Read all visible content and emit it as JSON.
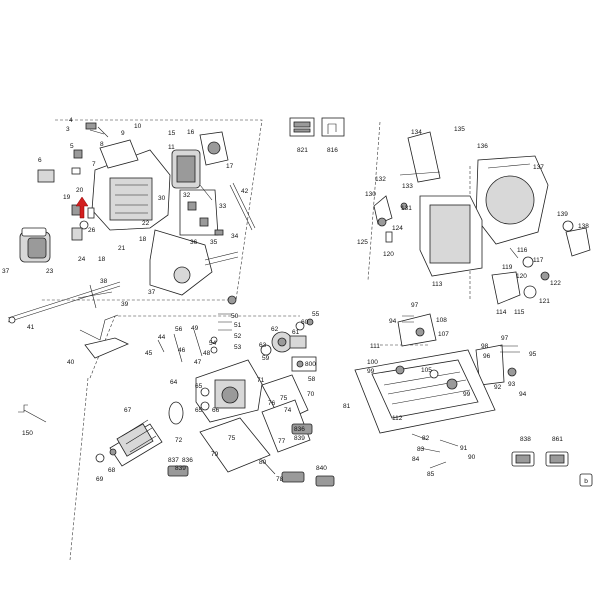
{
  "diagram": {
    "callouts": [
      {
        "id": "c3",
        "text": "3"
      },
      {
        "id": "c4",
        "text": "4"
      },
      {
        "id": "c5",
        "text": "5"
      },
      {
        "id": "c6",
        "text": "6"
      },
      {
        "id": "c7",
        "text": "7"
      },
      {
        "id": "c8",
        "text": "8"
      },
      {
        "id": "c9",
        "text": "9"
      },
      {
        "id": "c10",
        "text": "10"
      },
      {
        "id": "c15",
        "text": "15"
      },
      {
        "id": "c11",
        "text": "11"
      },
      {
        "id": "c17",
        "text": "17"
      },
      {
        "id": "c16",
        "text": "16"
      },
      {
        "id": "c20",
        "text": "20"
      },
      {
        "id": "c19",
        "text": "19"
      },
      {
        "id": "c26",
        "text": "26"
      },
      {
        "id": "c24",
        "text": "24"
      },
      {
        "id": "c18a",
        "text": "18"
      },
      {
        "id": "c21",
        "text": "21"
      },
      {
        "id": "c18b",
        "text": "18"
      },
      {
        "id": "c30",
        "text": "30"
      },
      {
        "id": "c32",
        "text": "32"
      },
      {
        "id": "c22",
        "text": "22"
      },
      {
        "id": "c36",
        "text": "36"
      },
      {
        "id": "c35",
        "text": "35"
      },
      {
        "id": "c33",
        "text": "33"
      },
      {
        "id": "c42",
        "text": "42"
      },
      {
        "id": "c34",
        "text": "34"
      },
      {
        "id": "c37a",
        "text": "37"
      },
      {
        "id": "c23",
        "text": "23"
      },
      {
        "id": "c37b",
        "text": "37"
      },
      {
        "id": "c38",
        "text": "38"
      },
      {
        "id": "c39",
        "text": "39"
      },
      {
        "id": "c41",
        "text": "41"
      },
      {
        "id": "c40",
        "text": "40"
      },
      {
        "id": "c150",
        "text": "150"
      },
      {
        "id": "c821",
        "text": "821"
      },
      {
        "id": "c816",
        "text": "816"
      },
      {
        "id": "c50",
        "text": "50"
      },
      {
        "id": "c51",
        "text": "51"
      },
      {
        "id": "c52",
        "text": "52"
      },
      {
        "id": "c53",
        "text": "53"
      },
      {
        "id": "c54",
        "text": "54"
      },
      {
        "id": "c56",
        "text": "56"
      },
      {
        "id": "c49",
        "text": "49"
      },
      {
        "id": "c44",
        "text": "44"
      },
      {
        "id": "c46",
        "text": "46"
      },
      {
        "id": "c45",
        "text": "45"
      },
      {
        "id": "c47",
        "text": "47"
      },
      {
        "id": "c48",
        "text": "48"
      },
      {
        "id": "c64",
        "text": "64"
      },
      {
        "id": "c65a",
        "text": "65"
      },
      {
        "id": "c66",
        "text": "66"
      },
      {
        "id": "c65b",
        "text": "65"
      },
      {
        "id": "c67",
        "text": "67"
      },
      {
        "id": "c72",
        "text": "72"
      },
      {
        "id": "c68",
        "text": "68"
      },
      {
        "id": "c69",
        "text": "69"
      },
      {
        "id": "c62",
        "text": "62"
      },
      {
        "id": "c60",
        "text": "60"
      },
      {
        "id": "c55",
        "text": "55"
      },
      {
        "id": "c63",
        "text": "63"
      },
      {
        "id": "c61",
        "text": "61"
      },
      {
        "id": "c59",
        "text": "59"
      },
      {
        "id": "c58",
        "text": "58"
      },
      {
        "id": "c71",
        "text": "71"
      },
      {
        "id": "c70",
        "text": "70"
      },
      {
        "id": "c75a",
        "text": "75"
      },
      {
        "id": "c76",
        "text": "76"
      },
      {
        "id": "c74",
        "text": "74"
      },
      {
        "id": "c75b",
        "text": "75"
      },
      {
        "id": "c77",
        "text": "77"
      },
      {
        "id": "c79",
        "text": "79"
      },
      {
        "id": "c80",
        "text": "80"
      },
      {
        "id": "c78",
        "text": "78"
      },
      {
        "id": "c800",
        "text": "800"
      },
      {
        "id": "c836a",
        "text": "836"
      },
      {
        "id": "c839a",
        "text": "839"
      },
      {
        "id": "c837",
        "text": "837"
      },
      {
        "id": "c836b",
        "text": "836"
      },
      {
        "id": "c839b",
        "text": "839"
      },
      {
        "id": "c840",
        "text": "840"
      },
      {
        "id": "c134",
        "text": "134"
      },
      {
        "id": "c135",
        "text": "135"
      },
      {
        "id": "c136",
        "text": "136"
      },
      {
        "id": "c137",
        "text": "137"
      },
      {
        "id": "c132",
        "text": "132"
      },
      {
        "id": "c133",
        "text": "133"
      },
      {
        "id": "c130",
        "text": "130"
      },
      {
        "id": "c131",
        "text": "131"
      },
      {
        "id": "c125",
        "text": "125"
      },
      {
        "id": "c124",
        "text": "124"
      },
      {
        "id": "c120a",
        "text": "120"
      },
      {
        "id": "c113",
        "text": "113"
      },
      {
        "id": "c139",
        "text": "139"
      },
      {
        "id": "c138",
        "text": "138"
      },
      {
        "id": "c116",
        "text": "116"
      },
      {
        "id": "c119",
        "text": "119"
      },
      {
        "id": "c120b",
        "text": "120"
      },
      {
        "id": "c117",
        "text": "117"
      },
      {
        "id": "c122",
        "text": "122"
      },
      {
        "id": "c121",
        "text": "121"
      },
      {
        "id": "c114",
        "text": "114"
      },
      {
        "id": "c115",
        "text": "115"
      },
      {
        "id": "c97a",
        "text": "97"
      },
      {
        "id": "c108",
        "text": "108"
      },
      {
        "id": "c94a",
        "text": "94"
      },
      {
        "id": "c107",
        "text": "107"
      },
      {
        "id": "c111",
        "text": "111"
      },
      {
        "id": "c97b",
        "text": "97"
      },
      {
        "id": "c95",
        "text": "95"
      },
      {
        "id": "c98",
        "text": "98"
      },
      {
        "id": "c96",
        "text": "96"
      },
      {
        "id": "c92",
        "text": "92"
      },
      {
        "id": "c93",
        "text": "93"
      },
      {
        "id": "c94b",
        "text": "94"
      },
      {
        "id": "c100",
        "text": "100"
      },
      {
        "id": "c99a",
        "text": "99"
      },
      {
        "id": "c105",
        "text": "105"
      },
      {
        "id": "c99b",
        "text": "99"
      },
      {
        "id": "c81",
        "text": "81"
      },
      {
        "id": "c112",
        "text": "112"
      },
      {
        "id": "c82",
        "text": "82"
      },
      {
        "id": "c91",
        "text": "91"
      },
      {
        "id": "c83",
        "text": "83"
      },
      {
        "id": "c84",
        "text": "84"
      },
      {
        "id": "c90",
        "text": "90"
      },
      {
        "id": "c85",
        "text": "85"
      },
      {
        "id": "c838",
        "text": "838"
      },
      {
        "id": "c861",
        "text": "861"
      },
      {
        "id": "c800badge",
        "text": "800"
      }
    ],
    "badge_letter": "b"
  }
}
